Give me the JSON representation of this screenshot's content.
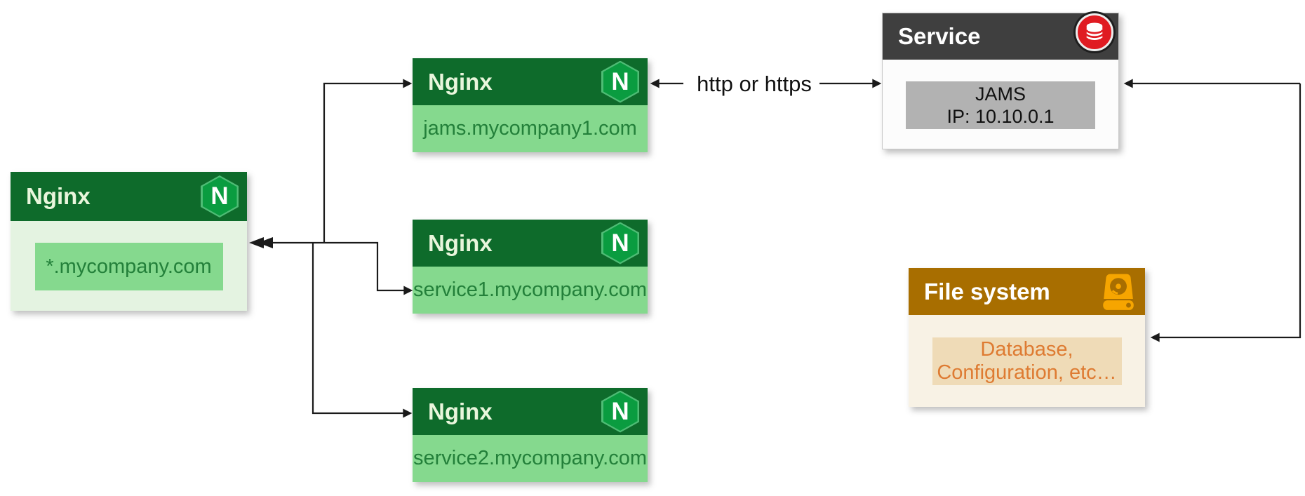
{
  "nodes": {
    "nginx_wildcard": {
      "header": "Nginx",
      "icon": "nginx-logo",
      "label": "*.mycompany.com"
    },
    "nginx_jams": {
      "header": "Nginx",
      "icon": "nginx-logo",
      "label": "jams.mycompany1.com"
    },
    "nginx_service1": {
      "header": "Nginx",
      "icon": "nginx-logo",
      "label": "service1.mycompany.com"
    },
    "nginx_service2": {
      "header": "Nginx",
      "icon": "nginx-logo",
      "label": "service2.mycompany.com"
    },
    "service": {
      "header": "Service",
      "icon": "database-icon",
      "label_line1": "JAMS",
      "label_line2": "IP: 10.10.0.1"
    },
    "file_system": {
      "header": "File system",
      "icon": "hard-drive-icon",
      "label_line1": "Database,",
      "label_line2": "Configuration, etc…"
    }
  },
  "edges": {
    "http_label": "http or https",
    "connections": [
      {
        "from": "nginx_wildcard",
        "to": "nginx_jams",
        "bidirectional": true
      },
      {
        "from": "nginx_wildcard",
        "to": "nginx_service1",
        "bidirectional": true
      },
      {
        "from": "nginx_wildcard",
        "to": "nginx_service2",
        "bidirectional": true
      },
      {
        "from": "nginx_jams",
        "to": "service",
        "label": "http or https",
        "bidirectional": true
      },
      {
        "from": "service",
        "to": "file_system",
        "bidirectional": true
      }
    ]
  },
  "nginx_logo_letter": "N",
  "colors": {
    "nginx_header_green": "#0E6B2B",
    "nginx_title_text": "#E9F6DC",
    "nginx_logo_green": "#0A9C40",
    "nginx_body_light": "#E4F3E1",
    "nginx_body_medium": "#85D98E",
    "nginx_domain_text": "#23803A",
    "service_header_gray": "#3F3F3F",
    "service_inner_gray": "#B2B2B2",
    "service_icon_red": "#E01B22",
    "fs_header_brown": "#A86E00",
    "fs_icon_orange": "#F6A500",
    "fs_body_cream": "#F8F2E5",
    "fs_inner_tan": "#EFDBB7",
    "fs_text_orange": "#DE7B32",
    "connector_black": "#1A1A1A"
  }
}
